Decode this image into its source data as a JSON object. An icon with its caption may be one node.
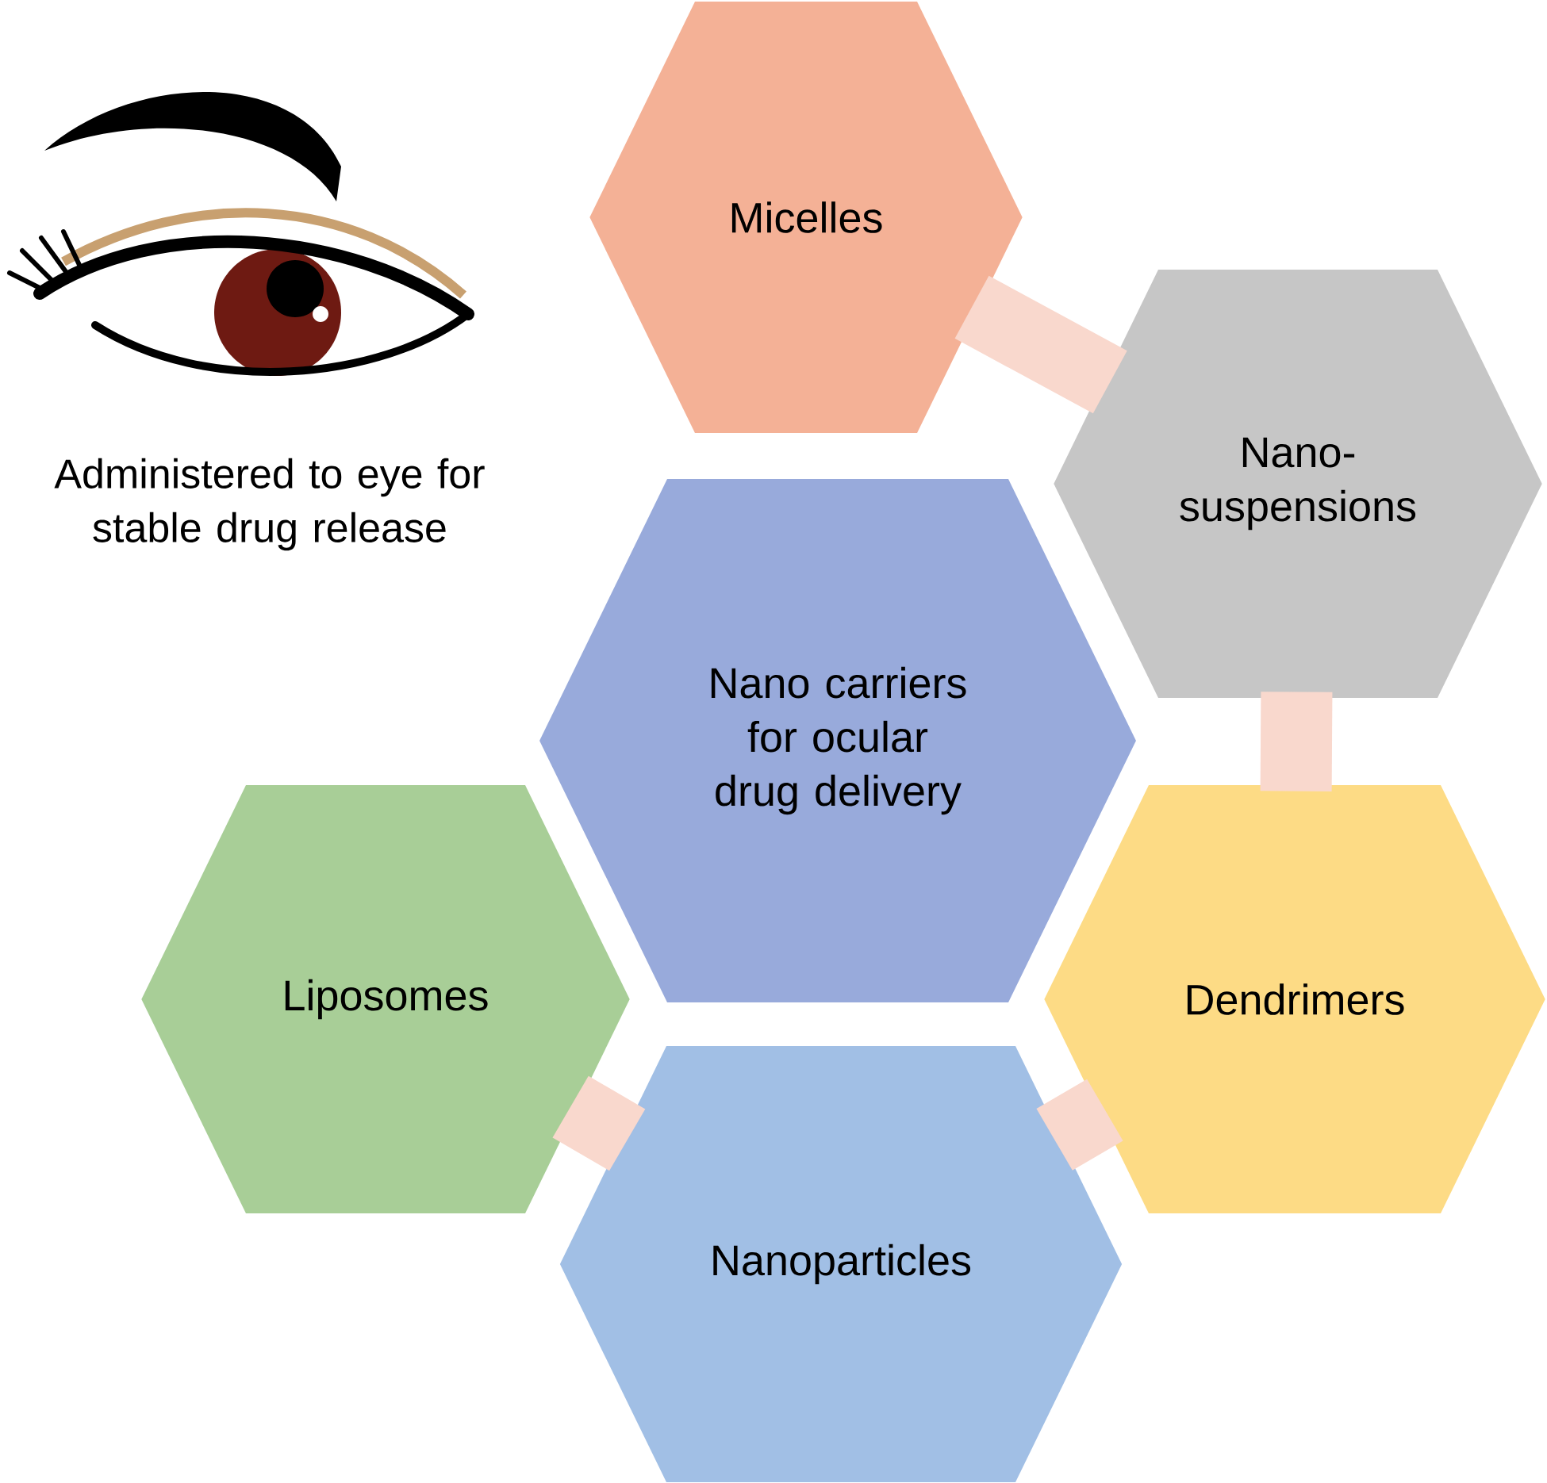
{
  "diagram": {
    "nodes": [
      {
        "text": [
          "Micelles"
        ]
      },
      {
        "text": [
          "Nano- suspensions"
        ]
      },
      {
        "text": [
          "Nano carriers for ocular drug delivery"
        ]
      },
      {
        "text": [
          "Liposomes"
        ]
      },
      {
        "text": [
          "Dendrimers"
        ]
      },
      {
        "text": [
          "Nanoparticles"
        ]
      }
    ],
    "edges": [
      {
        "from": 0,
        "to": 1,
        "arrow": "none"
      },
      {
        "from": 1,
        "to": 4,
        "arrow": "none"
      },
      {
        "from": 4,
        "to": 5,
        "arrow": "none"
      },
      {
        "from": 5,
        "to": 3,
        "arrow": "none"
      }
    ],
    "labels": [
      "Administered to eye for stable drug release"
    ]
  }
}
